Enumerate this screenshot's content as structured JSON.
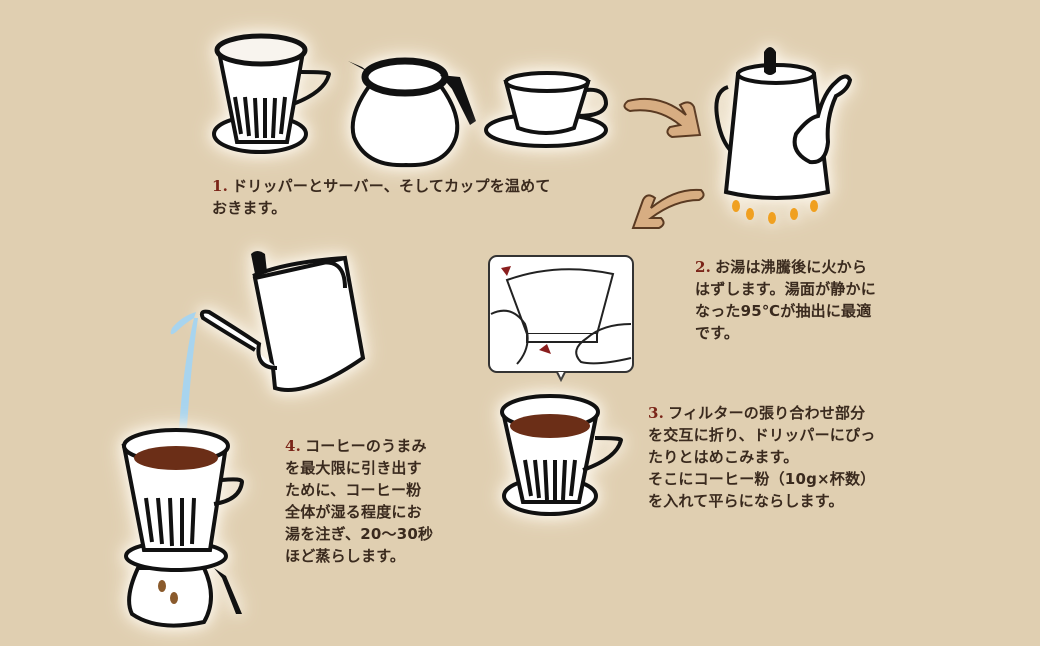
{
  "colors": {
    "background": "#e0cfb1",
    "text": "#3a2a1e",
    "step_number": "#7a2418",
    "arrow": "#d7ad82",
    "coffee": "#6b2e17",
    "water": "#a8d4ee",
    "flame": "#f0a020"
  },
  "steps": [
    {
      "number": "1.",
      "lines": [
        "ドリッパーとサーバー、そしてカップを温めて",
        "おきます。"
      ],
      "illustration": [
        "dripper-icon",
        "server-pot-icon",
        "cup-and-saucer-icon"
      ]
    },
    {
      "number": "2.",
      "lines": [
        "お湯は沸騰後に火から",
        "はずします。湯面が静かに",
        "なった95℃が抽出に最適",
        "です。"
      ],
      "illustration": [
        "kettle-on-flame-icon"
      ]
    },
    {
      "number": "3.",
      "lines": [
        "フィルターの張り合わせ部分",
        "を交互に折り、ドリッパーにぴっ",
        "たりとはめこみます。",
        "そこにコーヒー粉（10g×杯数）",
        "を入れて平らにならします。"
      ],
      "illustration": [
        "folding-filter-icon",
        "dripper-with-grounds-icon"
      ]
    },
    {
      "number": "4.",
      "lines": [
        "コーヒーのうまみ",
        "を最大限に引き出す",
        "ために、コーヒー粉",
        "全体が湿る程度にお",
        "湯を注ぎ、20〜30秒",
        "ほど蒸らします。"
      ],
      "illustration": [
        "pouring-kettle-icon",
        "dripper-on-server-icon"
      ]
    }
  ]
}
